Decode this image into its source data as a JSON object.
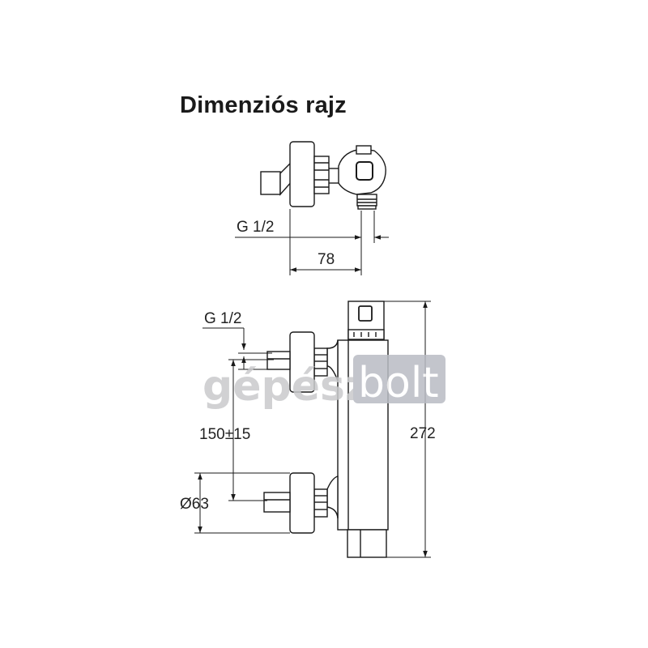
{
  "title": "Dimenziós rajz",
  "top_view": {
    "thread_label": "G 1/2",
    "depth_label": "78"
  },
  "front_view": {
    "thread_label": "G 1/2",
    "spacing_label": "150±15",
    "diameter_label": "Ø63",
    "height_label": "272"
  },
  "watermark": {
    "part1": "gépész",
    "part2": "bolt"
  },
  "colors": {
    "line": "#1a1a1a",
    "watermark_grey": "#c9cacc",
    "watermark_box": "#b9bcc4"
  }
}
